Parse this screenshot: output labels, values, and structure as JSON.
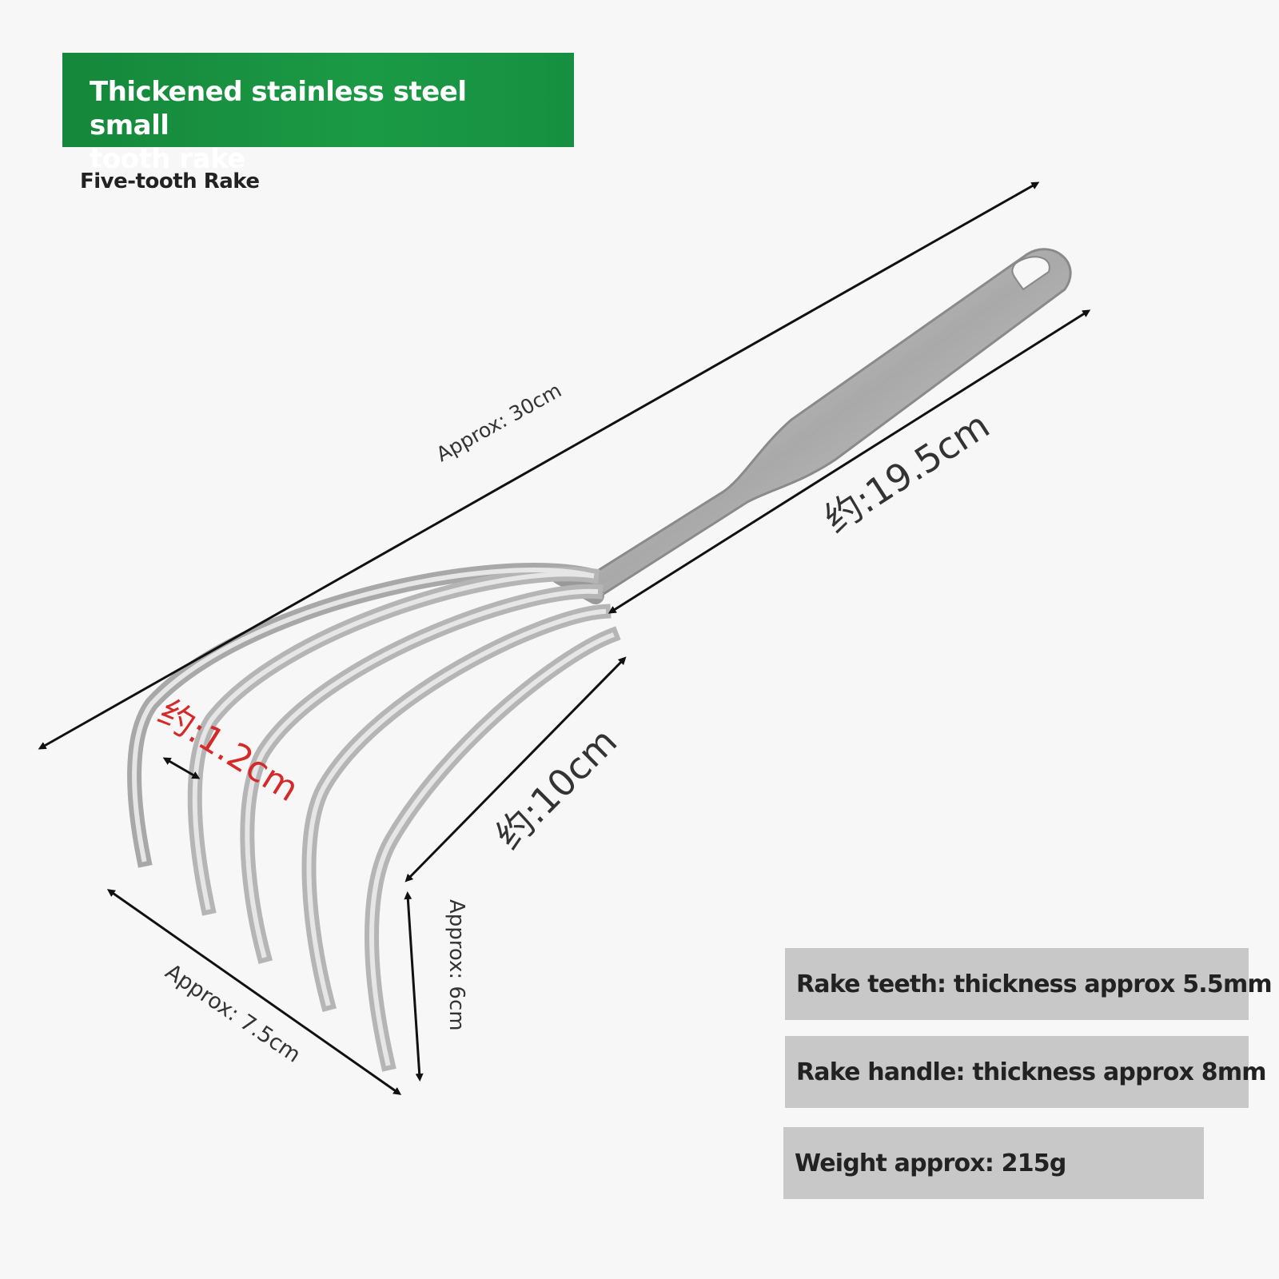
{
  "header": {
    "title": "Thickened stainless steel small tooth rake",
    "title_line1": "Thickened stainless steel small",
    "title_line2": "tooth rake",
    "subtitle": "Five-tooth Rake"
  },
  "dimensions": {
    "overall_length": "Approx: 30cm",
    "handle_length": "约:19.5cm",
    "head_length": "约:10cm",
    "tooth_spacing": "约:1.2cm",
    "head_width": "Approx: 7.5cm",
    "tooth_height": "Approx: 6cm"
  },
  "specs": [
    {
      "label": "Rake teeth: thickness approx 5.5mm"
    },
    {
      "label": "Rake handle: thickness approx 8mm"
    },
    {
      "label": "Weight approx: 215g"
    }
  ],
  "colors": {
    "banner": "#1b9a45",
    "spec_box": "#c8c8c8",
    "accent_red": "#d42a2a",
    "steel": "#b9b9b9"
  }
}
